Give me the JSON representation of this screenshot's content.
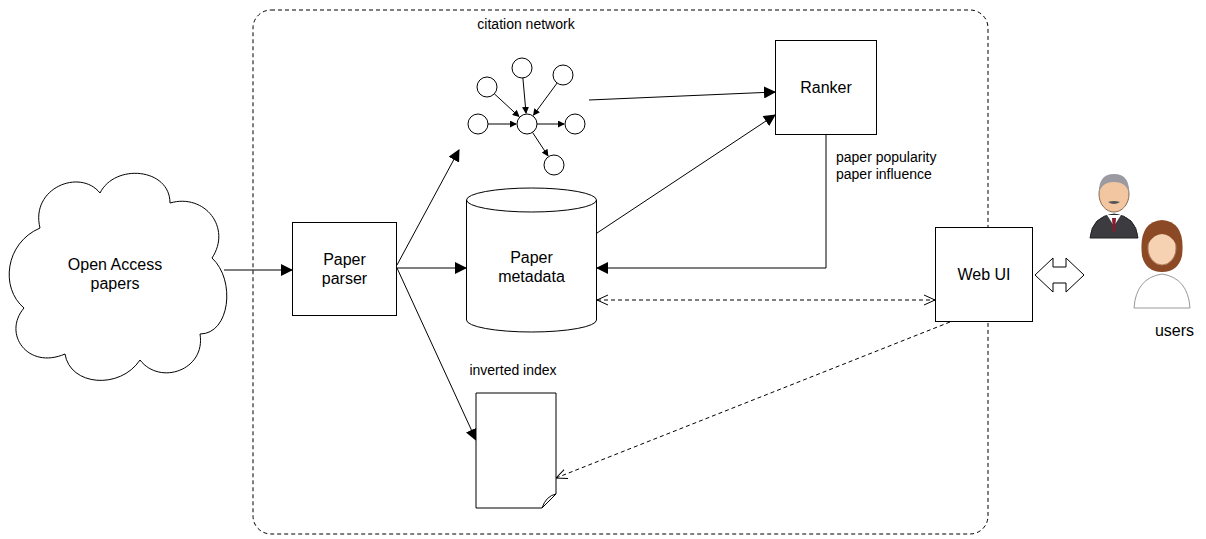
{
  "diagram": {
    "nodes": [
      {
        "text": [
          "Open Access papers"
        ]
      },
      {
        "text": [
          "Paper parser"
        ]
      },
      {
        "text": [
          "citation network"
        ]
      },
      {
        "text": [
          "Ranker"
        ]
      },
      {
        "text": [
          "Paper metadata"
        ]
      },
      {
        "text": [
          "inverted index"
        ]
      },
      {
        "text": [
          "Web UI"
        ]
      },
      {
        "text": [
          "users"
        ]
      }
    ],
    "edges": [
      {
        "from": 0,
        "to": 1,
        "arrow": "to"
      },
      {
        "from": 1,
        "to": 2,
        "arrow": "to"
      },
      {
        "from": 1,
        "to": 4,
        "arrow": "to"
      },
      {
        "from": 1,
        "to": 5,
        "arrow": "to"
      },
      {
        "from": 2,
        "to": 3,
        "arrow": "to"
      },
      {
        "from": 4,
        "to": 3,
        "arrow": "to"
      },
      {
        "from": 3,
        "to": 4,
        "label": "paper popularity paper influence",
        "arrow": "to"
      },
      {
        "from": 4,
        "to": 6,
        "arrow": "both"
      },
      {
        "from": 6,
        "to": 5,
        "arrow": "to"
      },
      {
        "from": 6,
        "to": 7,
        "arrow": "both"
      }
    ]
  }
}
